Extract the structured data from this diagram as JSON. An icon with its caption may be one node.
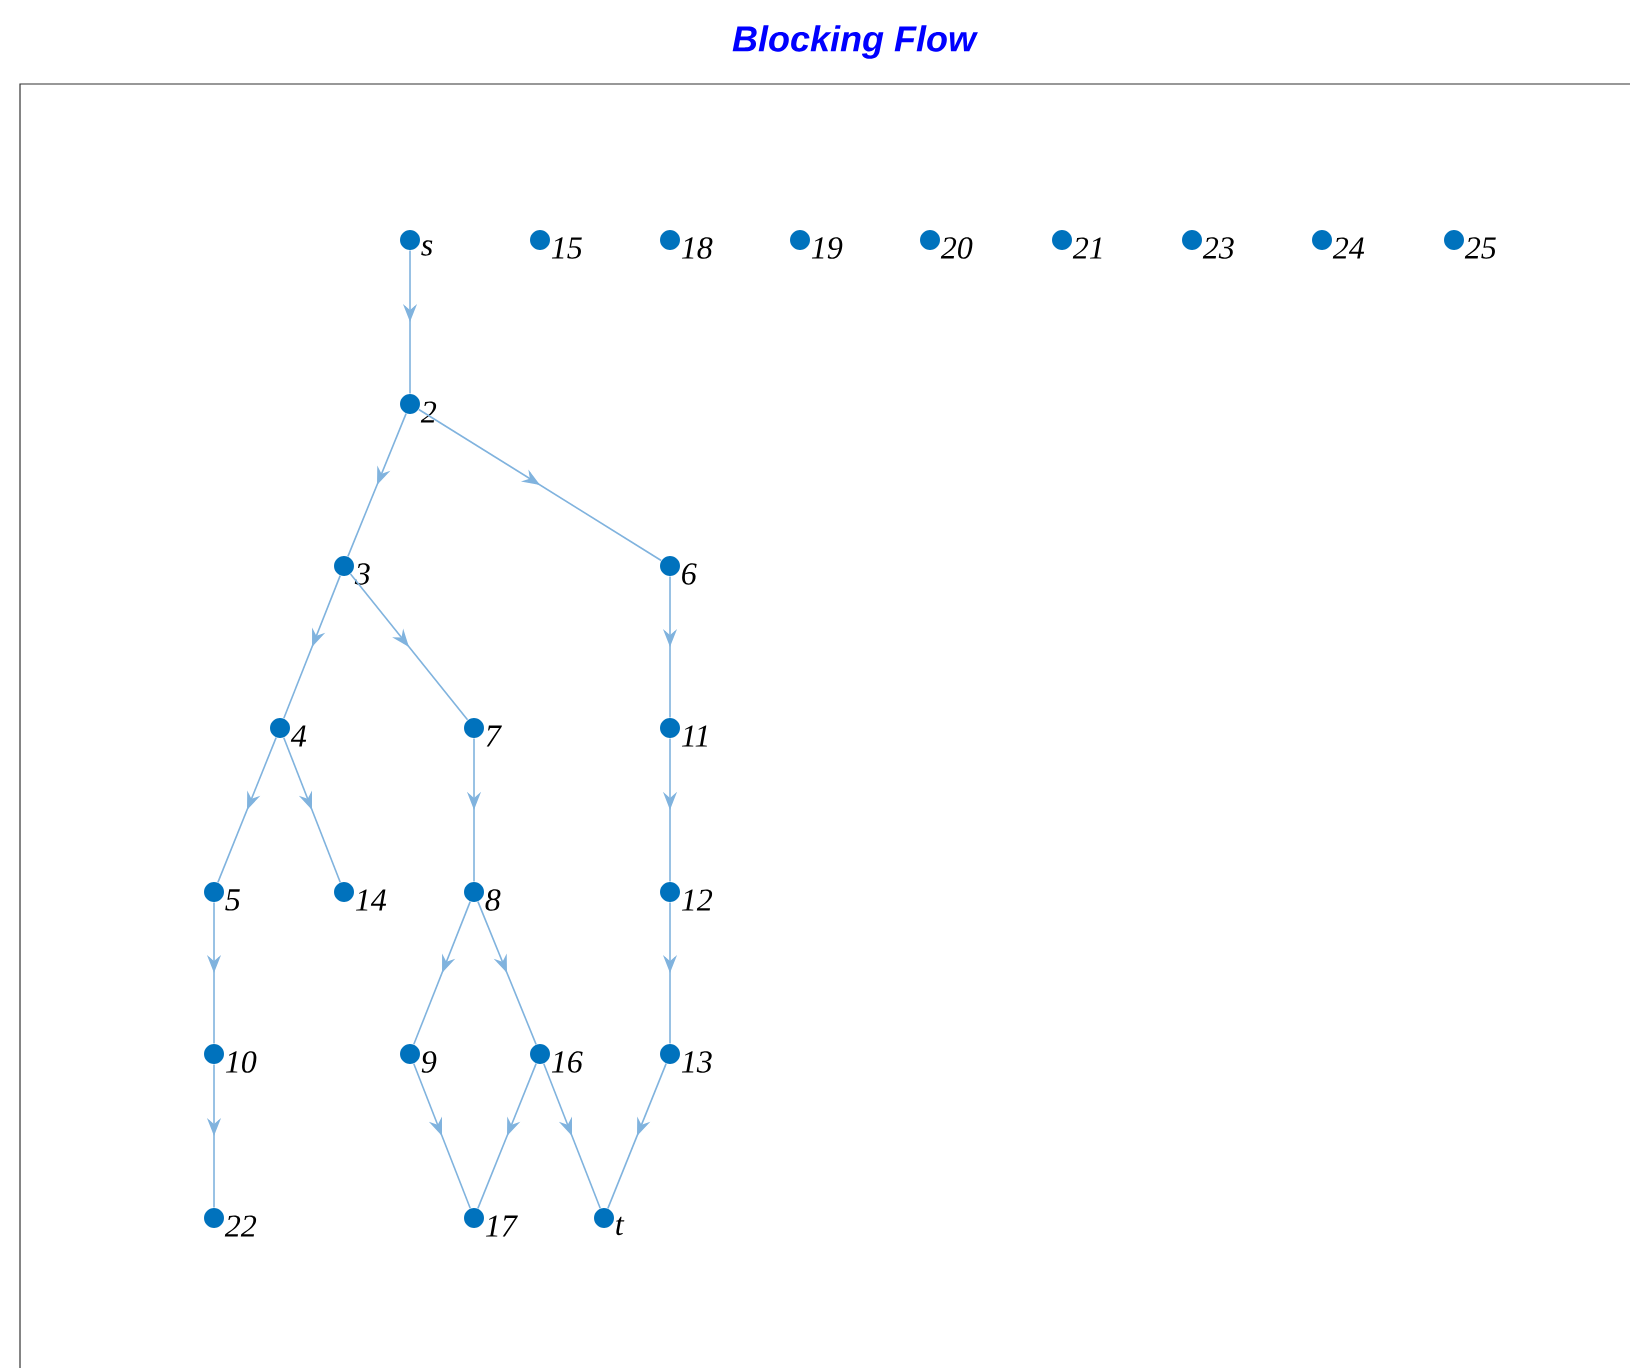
{
  "diagram": {
    "title": "Blocking Flow",
    "nodes": [
      {
        "text": [
          "s"
        ]
      },
      {
        "text": [
          "15"
        ]
      },
      {
        "text": [
          "18"
        ]
      },
      {
        "text": [
          "19"
        ]
      },
      {
        "text": [
          "20"
        ]
      },
      {
        "text": [
          "21"
        ]
      },
      {
        "text": [
          "23"
        ]
      },
      {
        "text": [
          "24"
        ]
      },
      {
        "text": [
          "25"
        ]
      },
      {
        "text": [
          "2"
        ]
      },
      {
        "text": [
          "3"
        ]
      },
      {
        "text": [
          "6"
        ]
      },
      {
        "text": [
          "4"
        ]
      },
      {
        "text": [
          "7"
        ]
      },
      {
        "text": [
          "11"
        ]
      },
      {
        "text": [
          "5"
        ]
      },
      {
        "text": [
          "14"
        ]
      },
      {
        "text": [
          "8"
        ]
      },
      {
        "text": [
          "12"
        ]
      },
      {
        "text": [
          "10"
        ]
      },
      {
        "text": [
          "9"
        ]
      },
      {
        "text": [
          "16"
        ]
      },
      {
        "text": [
          "13"
        ]
      },
      {
        "text": [
          "22"
        ]
      },
      {
        "text": [
          "17"
        ]
      },
      {
        "text": [
          "t"
        ]
      }
    ],
    "edges": [
      {
        "from": 0,
        "to": 9,
        "arrow": "to"
      },
      {
        "from": 9,
        "to": 10,
        "arrow": "to"
      },
      {
        "from": 9,
        "to": 11,
        "arrow": "to"
      },
      {
        "from": 10,
        "to": 12,
        "arrow": "to"
      },
      {
        "from": 10,
        "to": 13,
        "arrow": "to"
      },
      {
        "from": 11,
        "to": 14,
        "arrow": "to"
      },
      {
        "from": 12,
        "to": 15,
        "arrow": "to"
      },
      {
        "from": 12,
        "to": 16,
        "arrow": "to"
      },
      {
        "from": 13,
        "to": 17,
        "arrow": "to"
      },
      {
        "from": 14,
        "to": 18,
        "arrow": "to"
      },
      {
        "from": 15,
        "to": 19,
        "arrow": "to"
      },
      {
        "from": 17,
        "to": 20,
        "arrow": "to"
      },
      {
        "from": 17,
        "to": 21,
        "arrow": "to"
      },
      {
        "from": 18,
        "to": 22,
        "arrow": "to"
      },
      {
        "from": 19,
        "to": 23,
        "arrow": "to"
      },
      {
        "from": 20,
        "to": 24,
        "arrow": "to"
      },
      {
        "from": 21,
        "to": 24,
        "arrow": "to"
      },
      {
        "from": 21,
        "to": 25,
        "arrow": "to"
      },
      {
        "from": 22,
        "to": 25,
        "arrow": "to"
      }
    ]
  }
}
